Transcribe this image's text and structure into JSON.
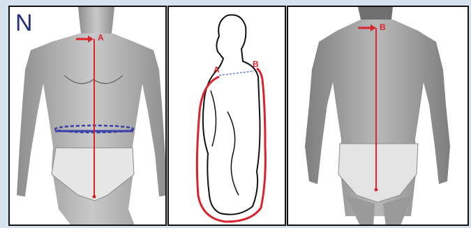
{
  "panel_front": {
    "badge": "N",
    "point_label": "A"
  },
  "panel_side": {
    "label_a": "A",
    "label_b": "B"
  },
  "panel_back": {
    "point_label": "B"
  },
  "colors": {
    "measure_red": "#d9232d",
    "waist_blue": "#3b3fa8",
    "frame_blue": "#d6e3ef",
    "skin": "#a7a7a7"
  }
}
